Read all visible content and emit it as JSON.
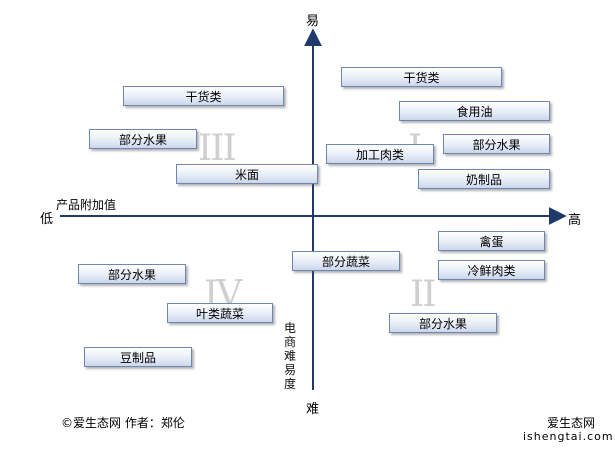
{
  "axis": {
    "y_top": "易",
    "y_bottom": "难",
    "x_left": "低",
    "x_right": "高",
    "x_title": "产品附加值",
    "y_title": "电商难易度"
  },
  "quadrants": {
    "q1": "I",
    "q2": "II",
    "q3": "III",
    "q4": "IV"
  },
  "boxes": {
    "q1_drygoods": "干货类",
    "q1_oil": "食用油",
    "q1_fruit": "部分水果",
    "q1_processed_meat": "加工肉类",
    "q1_dairy": "奶制品",
    "q3_drygoods": "干货类",
    "q3_fruit": "部分水果",
    "q3_rice_noodle": "米面",
    "q2_eggs": "禽蛋",
    "q2_fresh_meat": "冷鲜肉类",
    "q2_veg": "部分蔬菜",
    "q2_fruit": "部分水果",
    "q4_fruit": "部分水果",
    "q4_leafy_veg": "叶类蔬菜",
    "q4_soy": "豆制品"
  },
  "footer": {
    "copyright": "©爱生态网 作者：郑伦",
    "brand": "爱生态网",
    "domain": "ishengtai.com"
  },
  "colors": {
    "axis": "#1f3a6b",
    "box_border": "#6d86b4",
    "roman": "#cfcfcf"
  }
}
